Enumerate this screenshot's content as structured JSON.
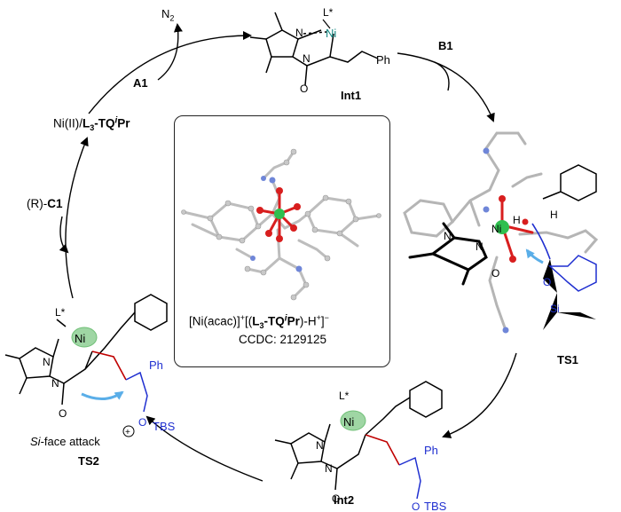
{
  "labels": {
    "n2": "N",
    "n2_sub": "2",
    "a1": "A1",
    "b1": "B1",
    "int1": "Int1",
    "ts1": "TS1",
    "int2": "Int2",
    "ts2": "TS2",
    "catalyst_prefix": "Ni(II)/",
    "catalyst_L": "L",
    "catalyst_sub": "3",
    "catalyst_TQ": "-TQ",
    "catalyst_i": "i",
    "catalyst_Pr": "Pr",
    "c1_r": "(R)-",
    "c1": "C1",
    "si_face_si": "Si",
    "si_face_rest": "-face attack"
  },
  "center_box": {
    "formula_a": "[Ni(acac)]",
    "formula_plus": "+",
    "formula_b": "[(",
    "formula_L": "L",
    "formula_sub": "3",
    "formula_TQ": "-TQ",
    "formula_i": "i",
    "formula_Pr": "Pr",
    "formula_c": ")-H",
    "formula_plus2": "+",
    "formula_d": "]",
    "formula_minus": "−",
    "ccdc": "CCDC: 2129125"
  },
  "atoms": {
    "ni": "Ni",
    "l_star": "L*",
    "n": "N",
    "o": "O",
    "ph": "Ph",
    "h": "H",
    "si": "Si",
    "tbs": "TBS",
    "minus": "−",
    "plus": "+"
  },
  "colors": {
    "nickel_teal": "#10857f",
    "silyl_blue": "#1f2fd0",
    "new_bond_red": "#c00000",
    "arrow_lightblue": "#5aaee8",
    "ni_sphere_green": "#2fbf4f",
    "oxygen_red": "#d81e1e",
    "nitrogen_blue": "#6f86d8"
  }
}
